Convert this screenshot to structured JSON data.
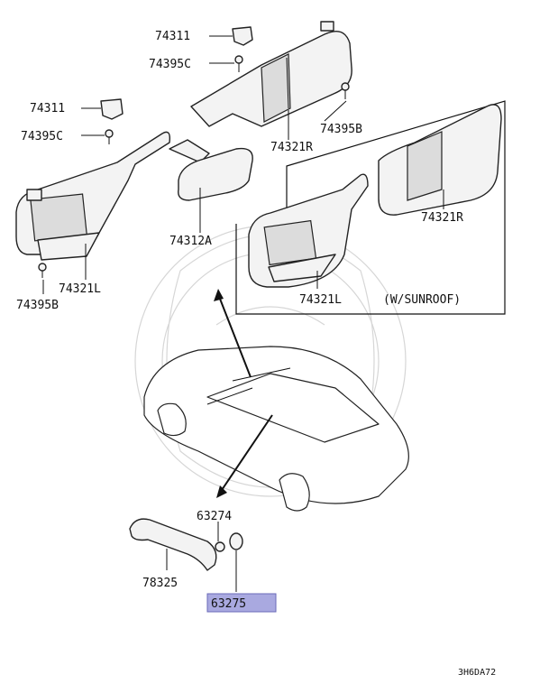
{
  "callouts": {
    "p74311_top": "74311",
    "p74395c_top": "74395C",
    "p74311_left": "74311",
    "p74395c_left": "74395C",
    "p74395b_right": "74395B",
    "p74321r_top": "74321R",
    "p74312a": "74312A",
    "p74321r_sunroof": "74321R",
    "p74321l_left": "74321L",
    "p74395b_left": "74395B",
    "p74321l_sunroof": "74321L",
    "sunroof_note": "(W/SUNROOF)",
    "p63274": "63274",
    "p78325": "78325",
    "p63275": "63275"
  },
  "highlight": {
    "part": "63275",
    "color": "#a9a9e0",
    "border": "#6a6ab8"
  },
  "diagram_code": "3H6DA72"
}
